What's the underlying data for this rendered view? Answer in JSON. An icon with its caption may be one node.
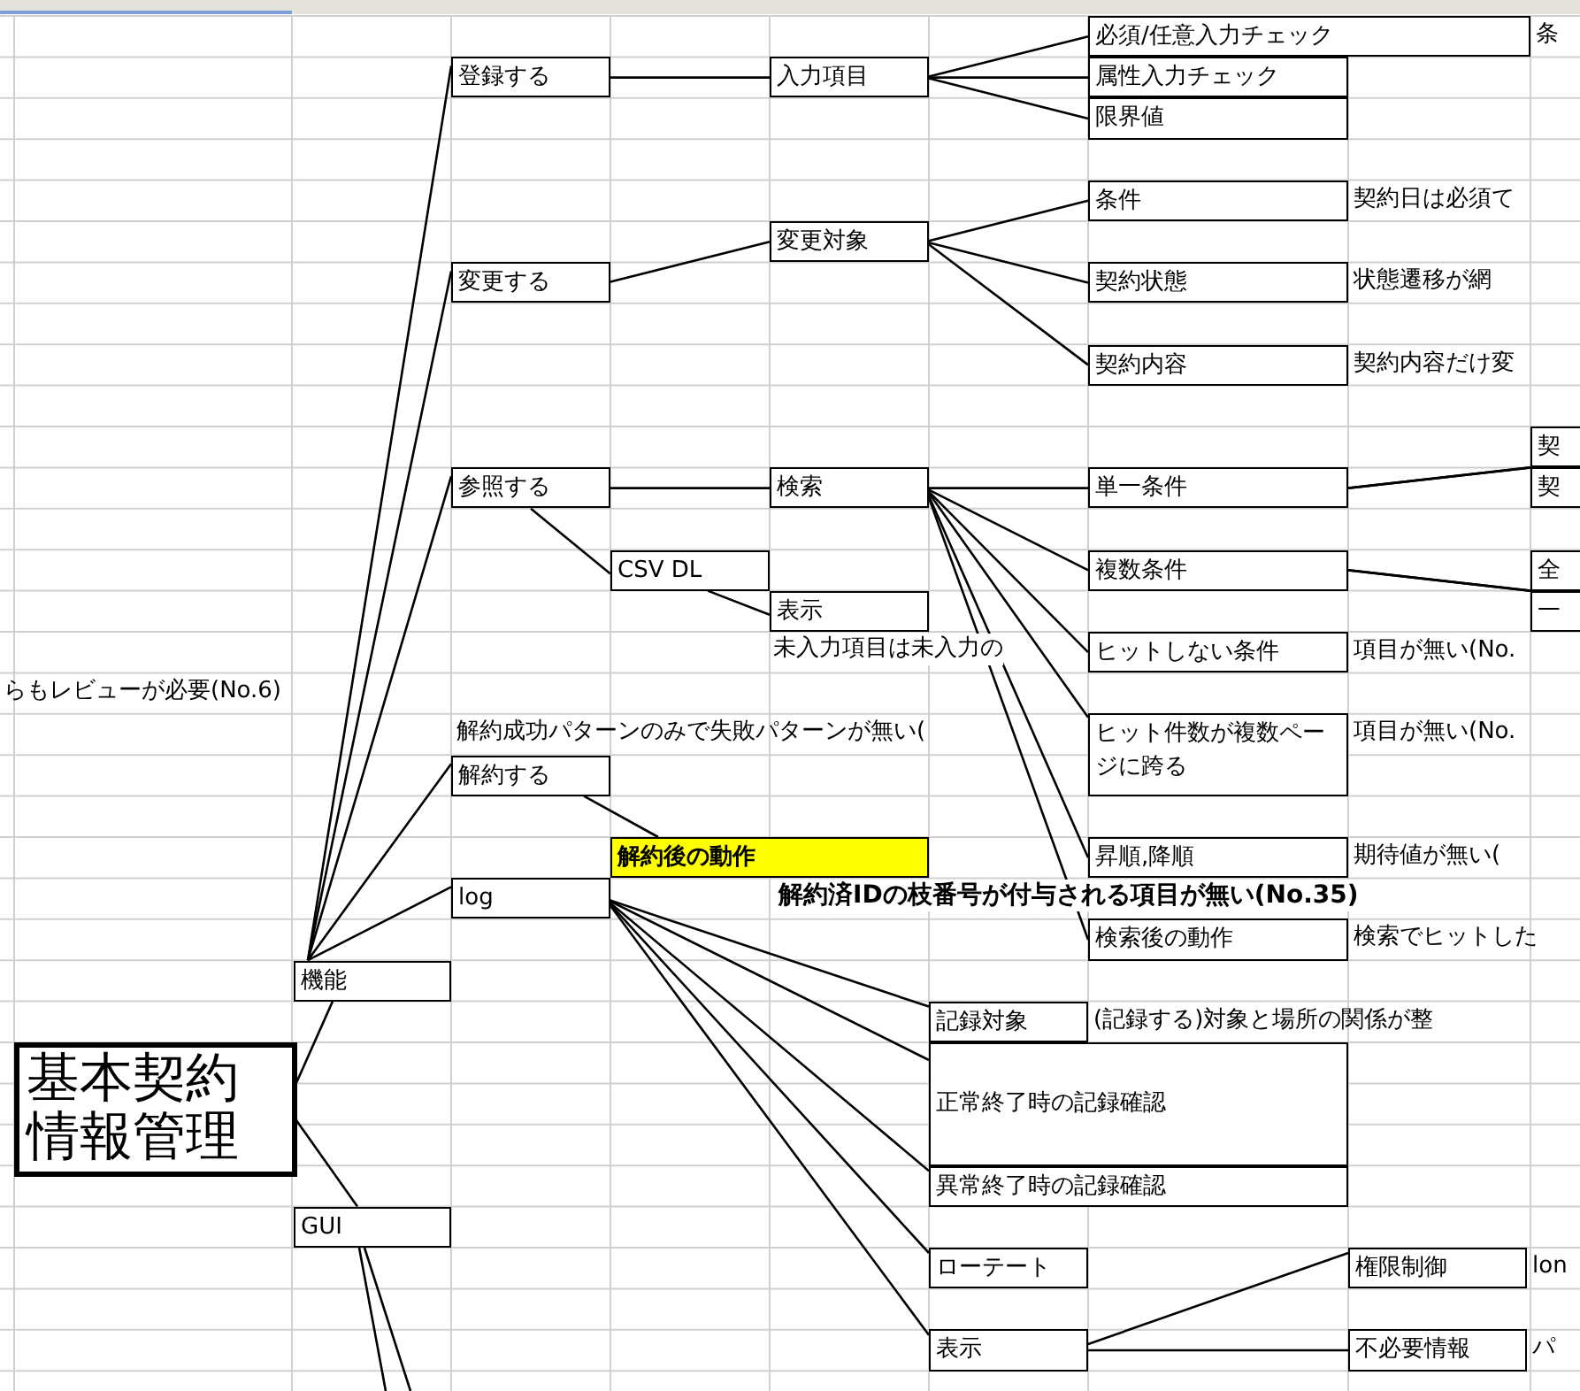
{
  "diagram": {
    "nodes": [
      {
        "text": [
          "基本契約情報管理"
        ]
      },
      {
        "text": [
          "機能"
        ]
      },
      {
        "text": [
          "GUI"
        ]
      },
      {
        "text": [
          "登録する"
        ]
      },
      {
        "text": [
          "変更する"
        ]
      },
      {
        "text": [
          "参照する"
        ]
      },
      {
        "text": [
          "解約する"
        ]
      },
      {
        "text": [
          "log"
        ]
      },
      {
        "text": [
          "入力項目"
        ]
      },
      {
        "text": [
          "変更対象"
        ]
      },
      {
        "text": [
          "検索"
        ]
      },
      {
        "text": [
          "CSV DL"
        ]
      },
      {
        "text": [
          "表示"
        ]
      },
      {
        "text": [
          "解約後の動作"
        ]
      },
      {
        "text": [
          "必須/任意入力チェック"
        ],
        "beside": [
          "条"
        ]
      },
      {
        "text": [
          "属性入力チェック"
        ]
      },
      {
        "text": [
          "限界値"
        ]
      },
      {
        "text": [
          "条件"
        ],
        "beside": [
          "契約日は必須て"
        ]
      },
      {
        "text": [
          "契約状態"
        ],
        "beside": [
          "状態遷移が網"
        ]
      },
      {
        "text": [
          "契約内容"
        ],
        "beside": [
          "契約内容だけ変"
        ]
      },
      {
        "text": [
          "単一条件"
        ]
      },
      {
        "text": [
          "複数条件"
        ]
      },
      {
        "text": [
          "ヒットしない条件"
        ],
        "beside": [
          "項目が無い(No."
        ]
      },
      {
        "text": [
          "ヒット件数が複数ページに跨る"
        ],
        "beside": [
          "項目が無い(No."
        ]
      },
      {
        "text": [
          "昇順,降順"
        ],
        "beside": [
          "期待値が無い("
        ]
      },
      {
        "text": [
          "検索後の動作"
        ],
        "beside": [
          "検索でヒットした"
        ]
      },
      {
        "text": [
          "記録対象"
        ],
        "beside": [
          "(記録する)対象と場所の関係が整"
        ]
      },
      {
        "text": [
          "正常終了時の記録確認"
        ]
      },
      {
        "text": [
          "異常終了時の記録確認"
        ]
      },
      {
        "text": [
          "ローテート"
        ]
      },
      {
        "text": [
          "表示"
        ]
      },
      {
        "text": [
          "権限制御"
        ],
        "beside": [
          "lon"
        ]
      },
      {
        "text": [
          "不必要情報"
        ],
        "beside": [
          "パ"
        ]
      },
      {
        "text": [
          "契"
        ]
      },
      {
        "text": [
          "契"
        ]
      },
      {
        "text": [
          "全"
        ]
      },
      {
        "text": [
          "一"
        ]
      }
    ],
    "edges": [
      {
        "from": 0,
        "to": 1,
        "arrow": "none"
      },
      {
        "from": 0,
        "to": 2,
        "arrow": "none"
      },
      {
        "from": 1,
        "to": 3,
        "arrow": "none"
      },
      {
        "from": 1,
        "to": 4,
        "arrow": "none"
      },
      {
        "from": 1,
        "to": 5,
        "arrow": "none"
      },
      {
        "from": 1,
        "to": 6,
        "arrow": "none"
      },
      {
        "from": 1,
        "to": 7,
        "arrow": "none"
      },
      {
        "from": 2,
        "to": null,
        "arrow": "none"
      },
      {
        "from": 2,
        "to": null,
        "arrow": "none"
      },
      {
        "from": 3,
        "to": 8,
        "arrow": "none"
      },
      {
        "from": 4,
        "to": 9,
        "arrow": "none"
      },
      {
        "from": 5,
        "to": 10,
        "arrow": "none"
      },
      {
        "from": 5,
        "to": 11,
        "arrow": "none"
      },
      {
        "from": 11,
        "to": 12,
        "arrow": "none"
      },
      {
        "from": 6,
        "to": 13,
        "arrow": "none"
      },
      {
        "from": 8,
        "to": 14,
        "arrow": "none"
      },
      {
        "from": 8,
        "to": 15,
        "arrow": "none"
      },
      {
        "from": 8,
        "to": 16,
        "arrow": "none"
      },
      {
        "from": 9,
        "to": 17,
        "arrow": "none"
      },
      {
        "from": 9,
        "to": 18,
        "arrow": "none"
      },
      {
        "from": 9,
        "to": 19,
        "arrow": "none"
      },
      {
        "from": 10,
        "to": 20,
        "arrow": "none"
      },
      {
        "from": 10,
        "to": 21,
        "arrow": "none"
      },
      {
        "from": 10,
        "to": 22,
        "arrow": "none"
      },
      {
        "from": 10,
        "to": 23,
        "arrow": "none"
      },
      {
        "from": 10,
        "to": 24,
        "arrow": "none"
      },
      {
        "from": 10,
        "to": 25,
        "arrow": "none"
      },
      {
        "from": 7,
        "to": 26,
        "arrow": "none"
      },
      {
        "from": 7,
        "to": 27,
        "arrow": "none"
      },
      {
        "from": 7,
        "to": 28,
        "arrow": "none"
      },
      {
        "from": 7,
        "to": 29,
        "arrow": "none"
      },
      {
        "from": 7,
        "to": 30,
        "arrow": "none"
      },
      {
        "from": 20,
        "to": 33,
        "arrow": "none"
      },
      {
        "from": 20,
        "to": 34,
        "arrow": "none"
      },
      {
        "from": 21,
        "to": 35,
        "arrow": "none"
      },
      {
        "from": 21,
        "to": 36,
        "arrow": "none"
      },
      {
        "from": 30,
        "to": 31,
        "arrow": "none"
      },
      {
        "from": 30,
        "to": 32,
        "arrow": "none"
      }
    ],
    "labels": [
      "らもレビューが必要(No.6)",
      "未入力項目は未入力の",
      "解約成功パターンのみで失敗パターンが無い(",
      "解約済IDの枝番号が付与される項目が無い(No.35)"
    ]
  }
}
